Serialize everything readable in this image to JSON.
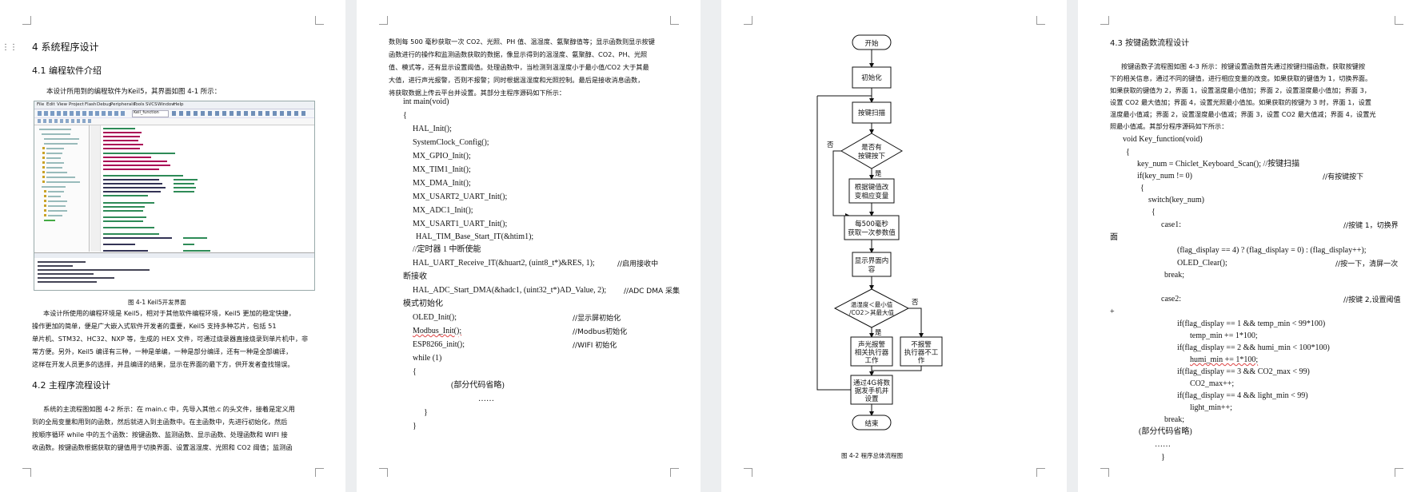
{
  "page1": {
    "heading_ch4": "4 系统程序设计",
    "heading_4_1": "4.1 编程软件介绍",
    "intro": "本设计所用到的编程软件为Keil5，其界面如图 4-1 所示：",
    "ide": {
      "menu": [
        "File",
        "Edit",
        "View",
        "Project",
        "Flash",
        "Debug",
        "Peripherals",
        "Tools",
        "SVCS",
        "Window",
        "Help"
      ],
      "tab_label": "Keil_function"
    },
    "figure_caption": "图 4-1 Keil5开发界面",
    "para_keil": [
      "本设计所使用的编程环境是 Keil5，相对于其他软件编程环境，Keil5 更加的稳定快捷，",
      "操作更加的简单，便是广大嵌入式软件开发者的重要，Keil5 支持多种芯片，包括 51",
      "单片机、STM32、HC32、NXP 等，生成的 HEX 文件，可通过烧录器直接烧录到单片机中，非",
      "常方便。另外，Keil5 编译有三种，一种是单编，一种是部分编译，还有一种是全部编译，",
      "这样在开发人员更多的选择，并且编译的结果，显示在界面的最下方，供开发者查找错误。"
    ],
    "heading_4_2": "4.2 主程序流程设计",
    "para_main": [
      "系统的主流程图如图 4-2 所示：在 main.c 中，先导入其他.c 的头文件，接着是定义用",
      "到的全局变量和用到的函数，然后就进入到主函数中。在主函数中，先进行初始化，然后",
      "按顺序循环 while 中的五个函数：按键函数、监测函数、显示函数、处理函数和 WIFI 接",
      "收函数。按键函数根据获取的键值用于切换界面、设置温湿度、光照和 CO2 阈值；监测函"
    ]
  },
  "page2": {
    "para_top": [
      "数则每 500 毫秒获取一次 CO2、光照、PH 值、温湿度、氨聚醇值等；显示函数则显示按键",
      "函数进行的操作和监测函数获取的数据，像显示得到的温湿度、氨聚醇、CO2、PH、光照",
      "值、模式等，还有显示设置阈值。处理函数中，当检测到温湿度小于最小值/CO2 大于其最",
      "大值，进行声光报警，否则不报警；同时根据温湿度和光照控制。最后是接收消息函数，",
      "将获取数据上传云平台并设置。其部分主程序源码如下所示："
    ],
    "code": [
      "int main(void)",
      "{",
      "HAL_Init();",
      "SystemClock_Config();",
      "MX_GPIO_Init();",
      "MX_TIM1_Init();",
      "MX_DMA_Init();",
      "MX_USART2_UART_Init();",
      "MX_ADC1_Init();",
      "MX_USART1_UART_Init();",
      "HAL_TIM_Base_Start_IT(&htim1);",
      "//定时器 1 中断使能",
      "HAL_UART_Receive_IT(&huart2, (uint8_t*)&RES, 1);",
      "断接收",
      "HAL_ADC_Start_DMA(&hadc1, (uint32_t*)AD_Value, 2);",
      "模式初始化",
      "OLED_Init();",
      "Modbus_Init();",
      "ESP8266_init();",
      "while (1)",
      "{",
      "(部分代码省略)",
      "……",
      "}",
      "}"
    ],
    "comments": {
      "uart": "//启用接收中",
      "adc": "//ADC DMA 采集",
      "oled": "//显示屏初始化",
      "modbus": "//Modbus初始化",
      "wifi": "//WIFI 初始化"
    }
  },
  "page3": {
    "flowchart": {
      "start": "开始",
      "init": "初始化",
      "scan": "按键扫描",
      "key_q": [
        "是否有",
        "按键按下"
      ],
      "switch": [
        "根据键值改",
        "变相应变量"
      ],
      "acquire": [
        "每500毫秒",
        "获取一次参数值"
      ],
      "display": [
        "显示界面内",
        "容"
      ],
      "cond": [
        "温湿度＜最小值",
        "/CO2＞其最大值"
      ],
      "alarm": [
        "声光报警",
        "相关执行器",
        "工作"
      ],
      "no_alarm": [
        "不报警",
        "执行器不工",
        "作"
      ],
      "upload": [
        "通过4G将数",
        "据发手机并",
        "设置"
      ],
      "end": "结束",
      "yes": "是",
      "no": "否"
    },
    "caption": "图 4-2 程序总体流程图"
  },
  "page4": {
    "heading": "4.3 按键函数流程设计",
    "para": [
      "按键函数子流程图如图 4-3 所示：按键设置函数首先通过按键扫描函数，获取按键按",
      "下的相关信息，通过不同的键值，进行相应变量的改变。如果获取的键值为 1，切换界面。",
      "如果获取的键值为 2，界面 1，设置温度最小值加；界面 2，设置湿度最小值加；界面 3，",
      "设置 CO2 最大值加；界面 4，设置光照最小值加。如果获取的按键为 3 时，界面 1，设置",
      "温度最小值减；界面 2，设置湿度最小值减；界面 3，设置 CO2 最大值减；界面 4，设置光",
      "照最小值减。其部分程序源码如下所示："
    ],
    "code": [
      "void Key_function(void)",
      "{",
      "key_num = Chiclet_Keyboard_Scan(); //按键扫描",
      "if(key_num != 0)",
      "{",
      "switch(key_num)",
      "{",
      "case1:",
      "面",
      "(flag_display == 4) ? (flag_display = 0) : (flag_display++);",
      "OLED_Clear();",
      "break;",
      "case2:",
      "+",
      "if(flag_display == 1 && temp_min < 99*100)",
      "temp_min += 1*100;",
      "if(flag_display == 2 && humi_min < 100*100)",
      "humi_min += 1*100;",
      "if(flag_display == 3 && CO2_max < 99)",
      "CO2_max++;",
      "if(flag_display == 4 && light_min < 99)",
      "light_min++;",
      "break;",
      "(部分代码省略)",
      "……",
      "}"
    ],
    "comments": {
      "pressed": "//有按键按下",
      "case1": "//按键 1，切换界",
      "clear": "//按一下，清屏一次",
      "case2": "//按键 2,设置阈值"
    }
  }
}
